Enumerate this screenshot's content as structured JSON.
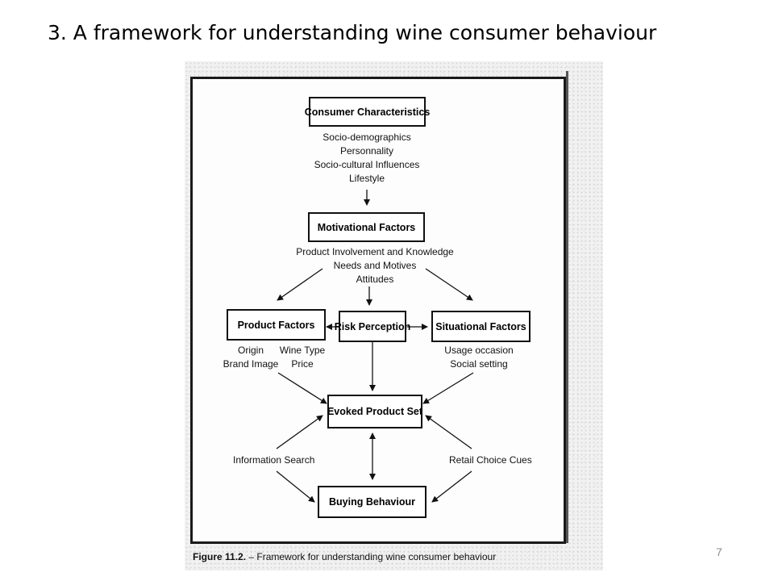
{
  "slide": {
    "title": "3. A framework for understanding wine consumer behaviour",
    "page_number": "7"
  },
  "diagram": {
    "nodes": {
      "consumer": "Consumer Characteristics",
      "motivational": "Motivational Factors",
      "product": "Product Factors",
      "risk": "Risk Perception",
      "situational": "Situational Factors",
      "evoked": "Evoked Product Set",
      "buying": "Buying Behaviour"
    },
    "consumer_items": [
      "Socio-demographics",
      "Personnality",
      "Socio-cultural Influences",
      "Lifestyle"
    ],
    "motivational_items": [
      "Product Involvement and Knowledge",
      "Needs and Motives",
      "Attitudes"
    ],
    "product_items": {
      "left": [
        "Origin",
        "Brand Image"
      ],
      "right": [
        "Wine Type",
        "Price"
      ]
    },
    "situational_items": [
      "Usage occasion",
      "Social setting"
    ],
    "information_search": "Information Search",
    "retail_choice_cues": "Retail Choice Cues",
    "caption_label": "Figure 11.2.",
    "caption_text": " – Framework for understanding wine consumer behaviour"
  }
}
